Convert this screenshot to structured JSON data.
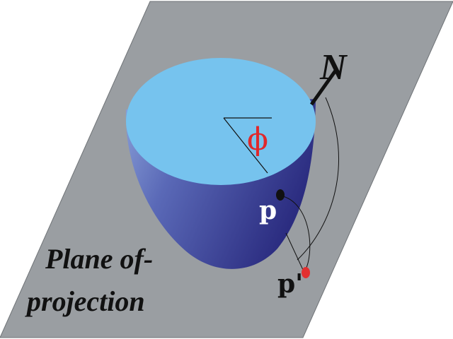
{
  "diagram": {
    "plane_label_line1": "Plane of-",
    "plane_label_line2": "projection",
    "axis_label": "N",
    "angle_label": "ϕ",
    "point_label": "p",
    "projected_point_label": "p'"
  },
  "colors": {
    "background": "#ffffff",
    "plane_fill": "#9a9ea2",
    "plane_stroke": "#6f7377",
    "bowl_top": "#76c3ee",
    "bowl_body_light": "#6f86c8",
    "bowl_body_dark": "#2d2f86",
    "angle_red": "#e0282b",
    "point_black": "#111111",
    "point_red": "#e23030",
    "text_white": "#ffffff",
    "text_black": "#111111"
  }
}
